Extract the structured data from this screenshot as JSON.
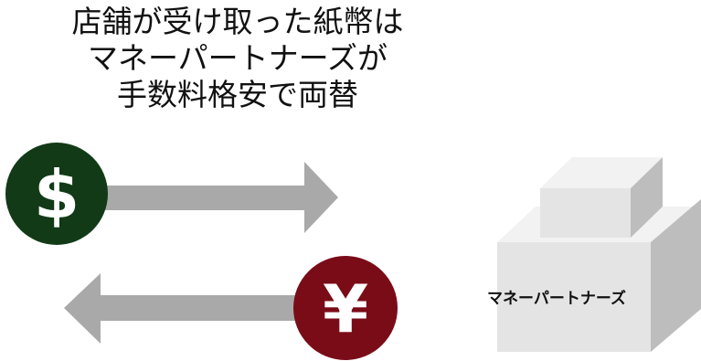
{
  "headline": {
    "line1": "店舗が受け取った紙幣は",
    "line2": "マネーパートナーズが",
    "line3": "手数料格安で両替"
  },
  "coins": {
    "dollar": {
      "symbol": "$",
      "color": "#123a17"
    },
    "yen": {
      "symbol": "¥",
      "color": "#7a0c18"
    }
  },
  "box": {
    "label": "マネーパートナーズ"
  },
  "colors": {
    "arrow": "#a9a9a9",
    "box_front": "#e4e4e4",
    "box_side": "#bdbdbd",
    "box_top": "#f2f2f2"
  }
}
